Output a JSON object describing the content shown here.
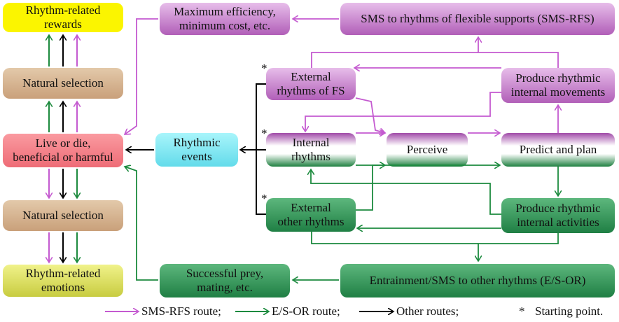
{
  "boxes": {
    "rewards": {
      "line1": "Rhythm-related",
      "line2": "rewards"
    },
    "nat_sel_top": "Natural selection",
    "live_die": {
      "line1": "Live or die,",
      "line2": "beneficial or harmful"
    },
    "nat_sel_bottom": "Natural selection",
    "emotions": {
      "line1": "Rhythm-related",
      "line2": "emotions"
    },
    "max_eff": {
      "line1": "Maximum efficiency,",
      "line2": "minimum cost, etc."
    },
    "sms_rfs": "SMS to rhythms of flexible supports (SMS-RFS)",
    "ext_fs": {
      "line1": "External",
      "line2": "rhythms of FS"
    },
    "produce_movements": {
      "line1": "Produce rhythmic",
      "line2": "internal movements"
    },
    "rhythmic_events": {
      "line1": "Rhythmic",
      "line2": "events"
    },
    "internal_rhythms": {
      "line1": "Internal",
      "line2": "rhythms"
    },
    "perceive": "Perceive",
    "predict_plan": "Predict and plan",
    "ext_other": {
      "line1": "External",
      "line2": "other rhythms"
    },
    "produce_activities": {
      "line1": "Produce rhythmic",
      "line2": "internal activities"
    },
    "prey": {
      "line1": "Successful prey,",
      "line2": "mating, etc."
    },
    "entrainment": "Entrainment/SMS to other rhythms (E/S-OR)"
  },
  "starting_marker": "*",
  "legend": {
    "sms_rfs": "SMS-RFS route;",
    "es_or": "E/S-OR route;",
    "other": "Other routes;",
    "star": "*",
    "start": "Starting point."
  },
  "colors": {
    "sms_rfs_route": "#c45ad0",
    "es_or_route": "#1c8a3e",
    "other_route": "#000000"
  }
}
